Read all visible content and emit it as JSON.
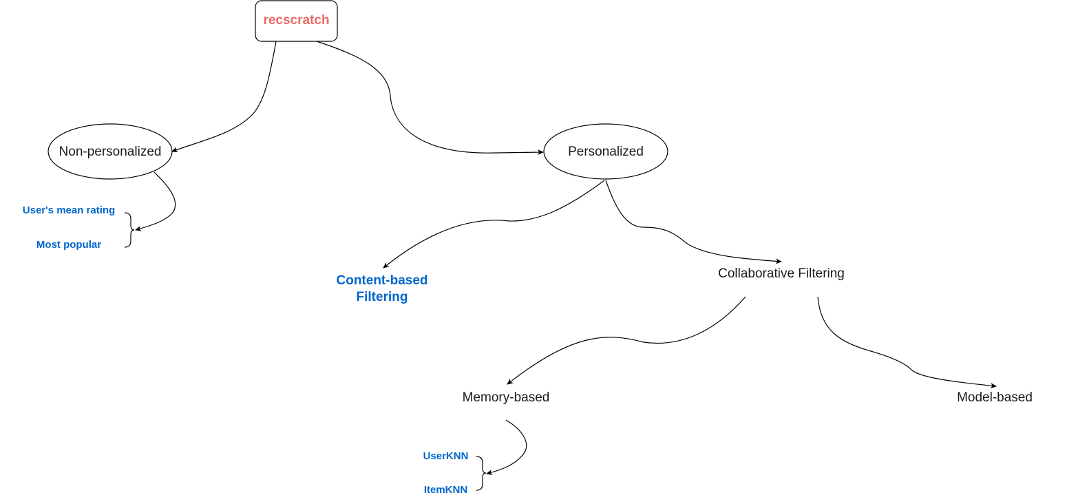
{
  "colors": {
    "root_text": "#ea6b66",
    "leaf_text": "#0066cc",
    "line": "#000000",
    "node_fill": "#ffffff"
  },
  "root": {
    "label": "recscratch"
  },
  "non_personalized": {
    "label": "Non-personalized",
    "methods": [
      "User's mean rating",
      "Most popular"
    ]
  },
  "personalized": {
    "label": "Personalized"
  },
  "content_based": {
    "line1": "Content-based",
    "line2": "Filtering"
  },
  "collaborative": {
    "label": "Collaborative Filtering"
  },
  "memory_based": {
    "label": "Memory-based",
    "methods": [
      "UserKNN",
      "ItemKNN"
    ]
  },
  "model_based": {
    "label": "Model-based"
  }
}
